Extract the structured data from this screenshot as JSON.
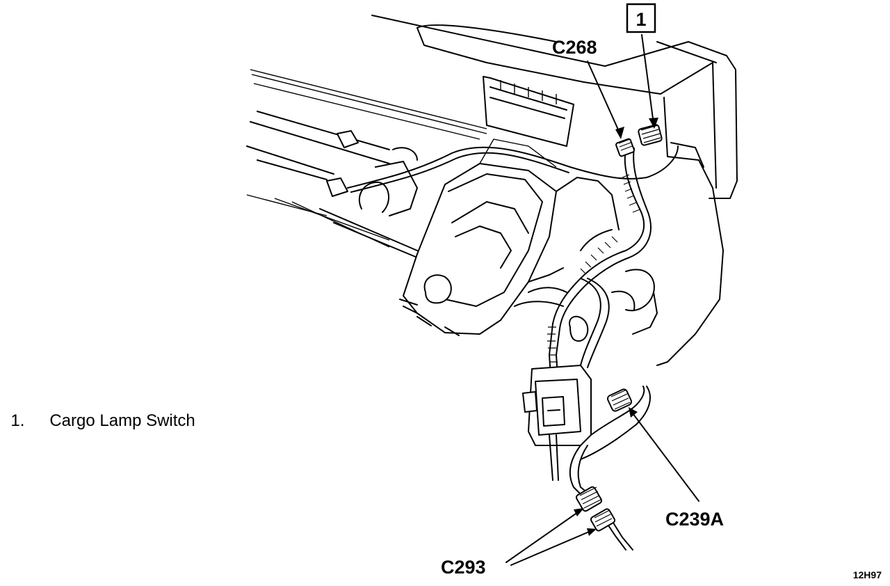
{
  "callouts": {
    "box_number": "1",
    "c268": "C268",
    "c239a": "C239A",
    "c293": "C293"
  },
  "legend": {
    "items": [
      {
        "number": "1.",
        "text": "Cargo Lamp Switch"
      }
    ]
  },
  "figure_id": "12H97"
}
